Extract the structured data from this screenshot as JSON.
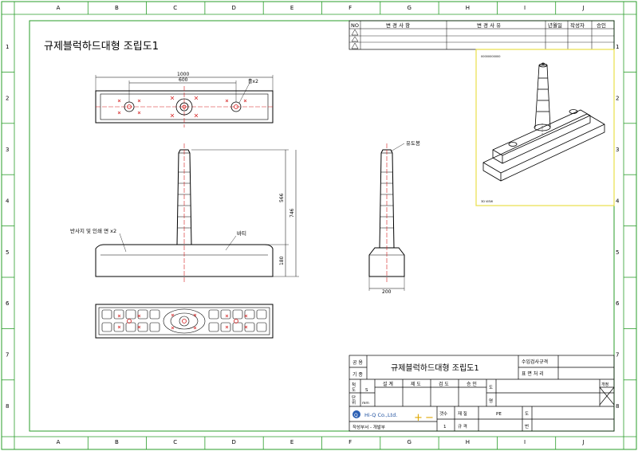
{
  "drawing": {
    "title": "규제블럭하드대형 조립도1",
    "border_cols": [
      "A",
      "B",
      "C",
      "D",
      "E",
      "F",
      "G",
      "H",
      "I",
      "J"
    ],
    "border_rows": [
      "1",
      "2",
      "3",
      "4",
      "5",
      "6",
      "7",
      "8"
    ]
  },
  "revision_table": {
    "headers": [
      "NO",
      "변 경 사 항",
      "변 경 사 유",
      "년월일",
      "작성자",
      "승인"
    ]
  },
  "top_view": {
    "dim_overall": "1000",
    "dim_inner": "600",
    "hole_note": "홀x2"
  },
  "front_view": {
    "dim_pole": "566",
    "dim_total": "746",
    "dim_base": "180",
    "label_reflector": "반사지 및 인쇄 면 x2",
    "label_battery": "바티"
  },
  "side_view": {
    "label_guide": "유도봉",
    "dim_width": "200"
  },
  "iso_view": {
    "caption_top": "00000000000",
    "caption_bottom": "3D VIEW"
  },
  "title_block": {
    "row_label_1": "공 용",
    "row_label_2": "기 종",
    "drawing_name": "규제블럭하드대형 조립도1",
    "right_label_1": "수입검사규격",
    "right_label_2": "표 면 처 리",
    "sign_headers": [
      "설 계",
      "제 도",
      "검 도",
      "승 인"
    ],
    "left_labels_a": [
      "척",
      "도"
    ],
    "left_labels_b": [
      "단",
      "위"
    ],
    "col_label_s": "S",
    "unit_value": "mm",
    "drawing_no_label": "도",
    "number_label": "번",
    "company_name": "Hi-Q Co.,Ltd.",
    "dept_label": "작성부서 - 개발부",
    "qty_label": "갯수",
    "material_label": "재 질",
    "material_value": "PE",
    "qty_value": "1",
    "spec_label": "규 격",
    "side_label_1": "도",
    "side_label_2": "번",
    "revision_mark": "개정",
    "angle_label": "도",
    "scale_label": "명"
  }
}
